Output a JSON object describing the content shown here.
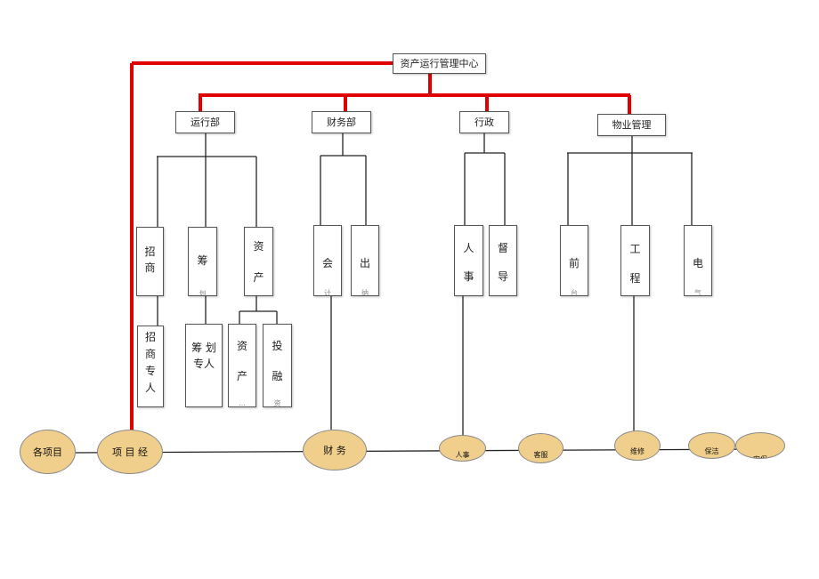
{
  "top": {
    "label": "资产运行管理中心"
  },
  "departments": [
    {
      "label": "运行部"
    },
    {
      "label": "财务部"
    },
    {
      "label": "行政"
    },
    {
      "label": "物业管理"
    }
  ],
  "roles": {
    "zhaoshang": {
      "chars": [
        "招",
        "商"
      ]
    },
    "chouhua": {
      "chars": [
        "筹",
        "划"
      ]
    },
    "zichan": {
      "chars": [
        "资",
        "产"
      ]
    },
    "kuaiji": {
      "chars": [
        "会",
        "计"
      ]
    },
    "chuna": {
      "chars": [
        "出",
        "纳"
      ]
    },
    "renshi": {
      "chars": [
        "人",
        "事"
      ]
    },
    "dudao": {
      "chars": [
        "督",
        "导"
      ]
    },
    "qiantai": {
      "chars": [
        "前",
        "台"
      ]
    },
    "gongcheng": {
      "chars": [
        "工",
        "程"
      ]
    },
    "diangong": {
      "chars": [
        "电",
        "气"
      ]
    }
  },
  "subroles": {
    "zhaoshang_staff": {
      "chars": [
        "招",
        "商",
        "专",
        "人"
      ]
    },
    "chouhua_staff": {
      "lines": [
        "筹 划",
        "专人"
      ]
    },
    "zichan_sub": {
      "chars": [
        "资",
        "产"
      ],
      "tail": "..."
    },
    "rongzi": {
      "chars": [
        "投",
        "融"
      ],
      "tail": "资"
    }
  },
  "bottom_nodes": [
    {
      "label": "各项目"
    },
    {
      "label": "项 目 经"
    },
    {
      "label": "财     务"
    },
    {
      "label": "人事"
    },
    {
      "label": "客服"
    },
    {
      "label": "维修"
    },
    {
      "label": "保洁"
    },
    {
      "label": "安保"
    }
  ],
  "colors": {
    "red_line": "#e00000",
    "black_line": "#222222",
    "ellipse_fill": "#f0cf8c"
  }
}
